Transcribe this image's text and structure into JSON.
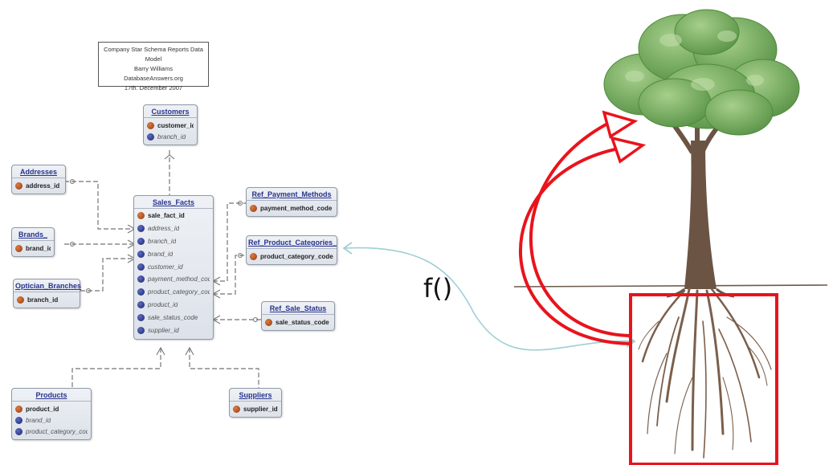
{
  "diagram": {
    "title_box": {
      "lines": [
        "Company Star Schema Reports Data Model",
        "Barry Williams",
        "DatabaseAnswers.org",
        "17th. December 2007"
      ]
    },
    "function_label": "f()",
    "tables": {
      "customers": {
        "title": "Customers",
        "columns": [
          {
            "name": "customer_id",
            "key": "pk"
          },
          {
            "name": "branch_id",
            "key": "fk"
          }
        ]
      },
      "addresses": {
        "title": "Addresses",
        "columns": [
          {
            "name": "address_id",
            "key": "pk"
          }
        ]
      },
      "brands": {
        "title": "Brands_",
        "columns": [
          {
            "name": "brand_id",
            "key": "pk"
          }
        ]
      },
      "optician_branches": {
        "title": "Optician_Branches",
        "columns": [
          {
            "name": "branch_id",
            "key": "pk"
          }
        ]
      },
      "sales_facts": {
        "title": "Sales_Facts",
        "columns": [
          {
            "name": "sale_fact_id",
            "key": "pk"
          },
          {
            "name": "address_id",
            "key": "fk"
          },
          {
            "name": "branch_id",
            "key": "fk"
          },
          {
            "name": "brand_id",
            "key": "fk"
          },
          {
            "name": "customer_id",
            "key": "fk"
          },
          {
            "name": "payment_method_code",
            "key": "fk"
          },
          {
            "name": "product_category_code",
            "key": "fk"
          },
          {
            "name": "product_id",
            "key": "fk"
          },
          {
            "name": "sale_status_code",
            "key": "fk"
          },
          {
            "name": "supplier_id",
            "key": "fk"
          }
        ]
      },
      "ref_payment_methods": {
        "title": "Ref_Payment_Methods",
        "columns": [
          {
            "name": "payment_method_code",
            "key": "pk"
          }
        ]
      },
      "ref_product_categories": {
        "title": "Ref_Product_Categories_",
        "columns": [
          {
            "name": "product_category_code",
            "key": "pk"
          }
        ]
      },
      "ref_sale_status": {
        "title": "Ref_Sale_Status",
        "columns": [
          {
            "name": "sale_status_code",
            "key": "pk"
          }
        ]
      },
      "products": {
        "title": "Products",
        "columns": [
          {
            "name": "product_id",
            "key": "pk"
          },
          {
            "name": "brand_id",
            "key": "fk"
          },
          {
            "name": "product_category_code",
            "key": "fk"
          }
        ]
      },
      "suppliers": {
        "title": "Suppliers",
        "columns": [
          {
            "name": "supplier_id",
            "key": "pk"
          }
        ]
      }
    },
    "colors": {
      "highlight_red": "#e8141c",
      "connector_teal": "#9fcfd6",
      "foliage": "#6fa659",
      "trunk": "#6b5444",
      "pk_key": "#b3531f",
      "fk_key": "#2a3480",
      "table_title": "#27328c"
    },
    "icons": [
      "tree-illustration",
      "roots-highlight-box",
      "curved-arrow-icon"
    ]
  }
}
